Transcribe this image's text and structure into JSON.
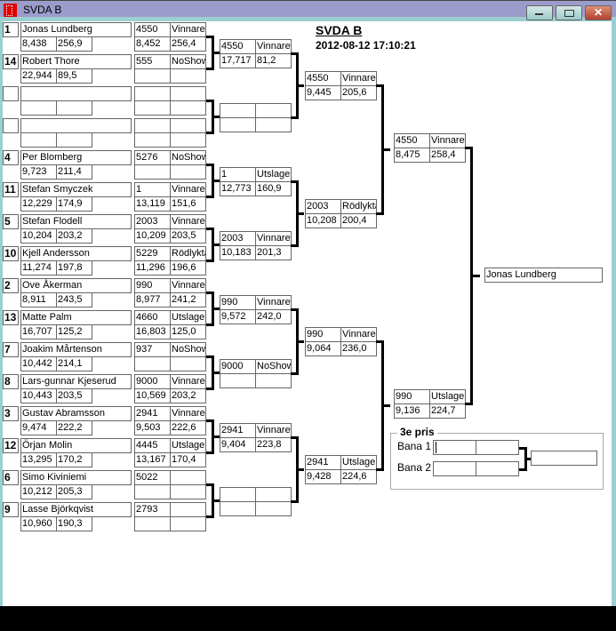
{
  "window": {
    "title": "SVDA B"
  },
  "header": {
    "title": "SVDA B",
    "datetime": "2012-08-12 17:10:21"
  },
  "players": [
    {
      "seed": "1",
      "name": "Jonas Lundberg",
      "time": "8,438",
      "speed": "256,9"
    },
    {
      "seed": "14",
      "name": "Robert Thore",
      "time": "22,944",
      "speed": "89,5"
    },
    {
      "seed": "",
      "name": "",
      "time": "",
      "speed": ""
    },
    {
      "seed": "",
      "name": "",
      "time": "",
      "speed": ""
    },
    {
      "seed": "4",
      "name": "Per Blomberg",
      "time": "9,723",
      "speed": "211,4"
    },
    {
      "seed": "11",
      "name": "Stefan Smyczek",
      "time": "12,229",
      "speed": "174,9"
    },
    {
      "seed": "5",
      "name": "Stefan Flodell",
      "time": "10,204",
      "speed": "203,2"
    },
    {
      "seed": "10",
      "name": "Kjell Andersson",
      "time": "11,274",
      "speed": "197,8"
    },
    {
      "seed": "2",
      "name": "Ove Åkerman",
      "time": "8,911",
      "speed": "243,5"
    },
    {
      "seed": "13",
      "name": "Matte Palm",
      "time": "16,707",
      "speed": "125,2"
    },
    {
      "seed": "7",
      "name": "Joakim Mårtenson",
      "time": "10,442",
      "speed": "214,1"
    },
    {
      "seed": "8",
      "name": "Lars-gunnar Kjeserud",
      "time": "10,443",
      "speed": "203,5"
    },
    {
      "seed": "3",
      "name": "Gustav Abramsson",
      "time": "9,474",
      "speed": "222,2"
    },
    {
      "seed": "12",
      "name": "Örjan Molin",
      "time": "13,295",
      "speed": "170,2"
    },
    {
      "seed": "6",
      "name": "Simo Kiviniemi",
      "time": "10,212",
      "speed": "205,3"
    },
    {
      "seed": "9",
      "name": "Lasse Björkqvist",
      "time": "10,960",
      "speed": "190,3"
    }
  ],
  "round1": [
    {
      "car": "4550",
      "status": "Vinnare",
      "time": "8,452",
      "speed": "256,4"
    },
    {
      "car": "555",
      "status": "NoShow",
      "time": "",
      "speed": ""
    },
    {
      "car": "",
      "status": "",
      "time": "",
      "speed": ""
    },
    {
      "car": "",
      "status": "",
      "time": "",
      "speed": ""
    },
    {
      "car": "5276",
      "status": "NoShow",
      "time": "",
      "speed": ""
    },
    {
      "car": "1",
      "status": "Vinnare",
      "time": "13,119",
      "speed": "151,6"
    },
    {
      "car": "2003",
      "status": "Vinnare",
      "time": "10,209",
      "speed": "203,5"
    },
    {
      "car": "5229",
      "status": "Rödlykta",
      "time": "11,296",
      "speed": "196,6"
    },
    {
      "car": "990",
      "status": "Vinnare",
      "time": "8,977",
      "speed": "241,2"
    },
    {
      "car": "4660",
      "status": "Utslagen",
      "time": "16,803",
      "speed": "125,0"
    },
    {
      "car": "937",
      "status": "NoShow",
      "time": "",
      "speed": ""
    },
    {
      "car": "9000",
      "status": "Vinnare",
      "time": "10,569",
      "speed": "203,2"
    },
    {
      "car": "2941",
      "status": "Vinnare",
      "time": "9,503",
      "speed": "222,6"
    },
    {
      "car": "4445",
      "status": "Utslagen",
      "time": "13,167",
      "speed": "170,4"
    },
    {
      "car": "5022",
      "status": "",
      "time": "",
      "speed": ""
    },
    {
      "car": "2793",
      "status": "",
      "time": "",
      "speed": ""
    }
  ],
  "round2": [
    {
      "car": "4550",
      "status": "Vinnare",
      "time": "17,717",
      "speed": "81,2"
    },
    {
      "car": "",
      "status": "",
      "time": "",
      "speed": ""
    },
    {
      "car": "1",
      "status": "Utslagen",
      "time": "12,773",
      "speed": "160,9"
    },
    {
      "car": "2003",
      "status": "Vinnare",
      "time": "10,183",
      "speed": "201,3"
    },
    {
      "car": "990",
      "status": "Vinnare",
      "time": "9,572",
      "speed": "242,0"
    },
    {
      "car": "9000",
      "status": "NoShow",
      "time": "",
      "speed": ""
    },
    {
      "car": "2941",
      "status": "Vinnare",
      "time": "9,404",
      "speed": "223,8"
    },
    {
      "car": "",
      "status": "",
      "time": "",
      "speed": ""
    }
  ],
  "round3": [
    {
      "car": "4550",
      "status": "Vinnare",
      "time": "9,445",
      "speed": "205,6"
    },
    {
      "car": "2003",
      "status": "Rödlykta",
      "time": "10,208",
      "speed": "200,4"
    },
    {
      "car": "990",
      "status": "Vinnare",
      "time": "9,064",
      "speed": "236,0"
    },
    {
      "car": "2941",
      "status": "Utslagen",
      "time": "9,428",
      "speed": "224,6"
    }
  ],
  "round4": [
    {
      "car": "4550",
      "status": "Vinnare",
      "time": "8,475",
      "speed": "258,4"
    },
    {
      "car": "990",
      "status": "Utslagen",
      "time": "9,136",
      "speed": "224,7"
    }
  ],
  "final": {
    "winner": "Jonas Lundberg"
  },
  "third_place": {
    "title": "3e pris",
    "lane1_label": "Bana 1",
    "lane2_label": "Bana 2",
    "lane1": [
      "",
      ""
    ],
    "lane2": [
      "",
      ""
    ],
    "result": ""
  }
}
